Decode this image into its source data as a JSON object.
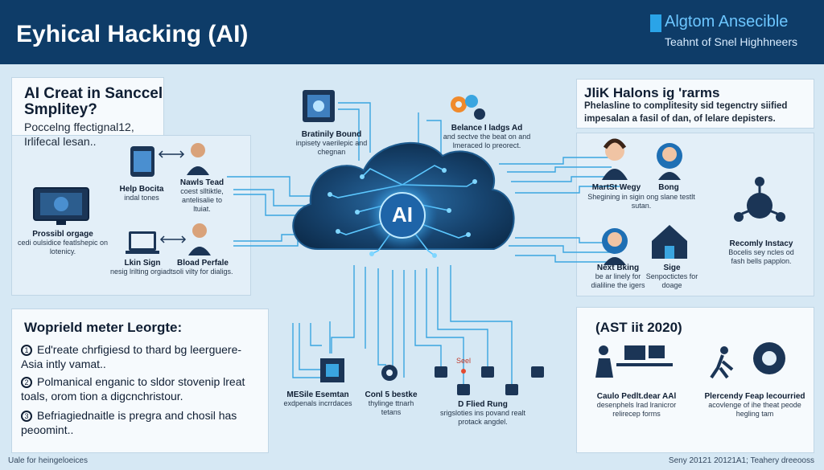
{
  "header": {
    "title": "Eyhical Hacking (AI)",
    "brand_name": "Algtom Ansecible",
    "brand_tagline": "Teahnt of Snel Highhneers"
  },
  "left_top": {
    "title_line1": "AI Creat in Sanccel",
    "title_line2": "Smplitey?",
    "sub_line1": "Poccelng ffectignal12,",
    "sub_line2": "Irlifecal lesan.."
  },
  "right_top": {
    "title": "JliK Halons ig 'rarms",
    "sub_line1": "Phelasline to complitesity sid tegenctry siified",
    "sub_line2": "impesalan a fasil of dan, of lelare depisters."
  },
  "left_bottom": {
    "title": "Woprield meter Leorgte:",
    "bullets": [
      {
        "num": "1",
        "text": "Ed'reate chrfigiesd to thard bg leerguere- Asia intly vamat.."
      },
      {
        "num": "2",
        "text": "Polmanical enganic to sldor stovenip lreat toals, orom tion a digcnchristour."
      },
      {
        "num": "3",
        "text": "Befriagiednaitle is pregra and chosil has peoomint.."
      }
    ]
  },
  "right_bottom": {
    "title": "(AST iit 2020)"
  },
  "center": {
    "cloud_label": "AI"
  },
  "nodes": {
    "prossibl": {
      "title": "Prossibl orgage",
      "desc": "cedi oulsidice featlshepic on lotenicy."
    },
    "help_bocita": {
      "title": "Help Bocita",
      "desc": "indal tones"
    },
    "nawls_tead": {
      "title": "Nawls Tead",
      "desc": "coest slltiktle, antelisalie to ltuiat."
    },
    "lkin_sign": {
      "title": "Lkin Sign",
      "desc": "nesig lrilting orgiadt."
    },
    "bload_perfale": {
      "title": "Bload Perfale",
      "desc": "soli vilty for dialigs."
    },
    "bratinily_bound": {
      "title": "Bratinily Bound",
      "desc": "inpisety vaerilepic and chegnan"
    },
    "belance_tladgs": {
      "title": "Belance I ladgs Ad",
      "desc": "and sectve the beat on and lmeraced lo preorect."
    },
    "marst_wegy": {
      "title": "MartSt Wegy",
      "desc": "Shegining in sigin ong slane testlt sutan."
    },
    "bong": {
      "title": "Bong",
      "desc": ""
    },
    "recomly": {
      "title": "Recomly Instacy",
      "desc": "Bocelis sey ncles od fash bells papplon."
    },
    "next_bking": {
      "title": "Next Bking",
      "desc": "be ar linely for dialiline the igers"
    },
    "sige": {
      "title": "Sige",
      "desc": "Senpoctictes for doage"
    },
    "mesile": {
      "title": "MESile Esemtan",
      "desc": "exdpenals incrrdaces"
    },
    "conl": {
      "title": "Conl 5 bestke",
      "desc": "thylinge ttnarh tetans"
    },
    "dflied": {
      "title": "D Flied Rung",
      "desc": "srigsloties ins povand realt protack angdel."
    },
    "seel_label": "Seel",
    "caulo": {
      "title": "Caulo Pedlt.dear AAl",
      "desc": "desenphels lrad lranicror relirecep forms"
    },
    "plercendy": {
      "title": "Plercendy Feap lecourried",
      "desc": "acovlenge of ihe theat peode hegling tam"
    }
  },
  "footer": {
    "left": "Uale for heingeloeices",
    "right": "Seny 20121 20121A1; Teahery dreeooss"
  },
  "colors": {
    "header": "#0e3c68",
    "accent": "#2aa4e8",
    "cloud_dark": "#14395e",
    "page_bg": "#d6e8f4",
    "wire": "#3aa5e0"
  }
}
